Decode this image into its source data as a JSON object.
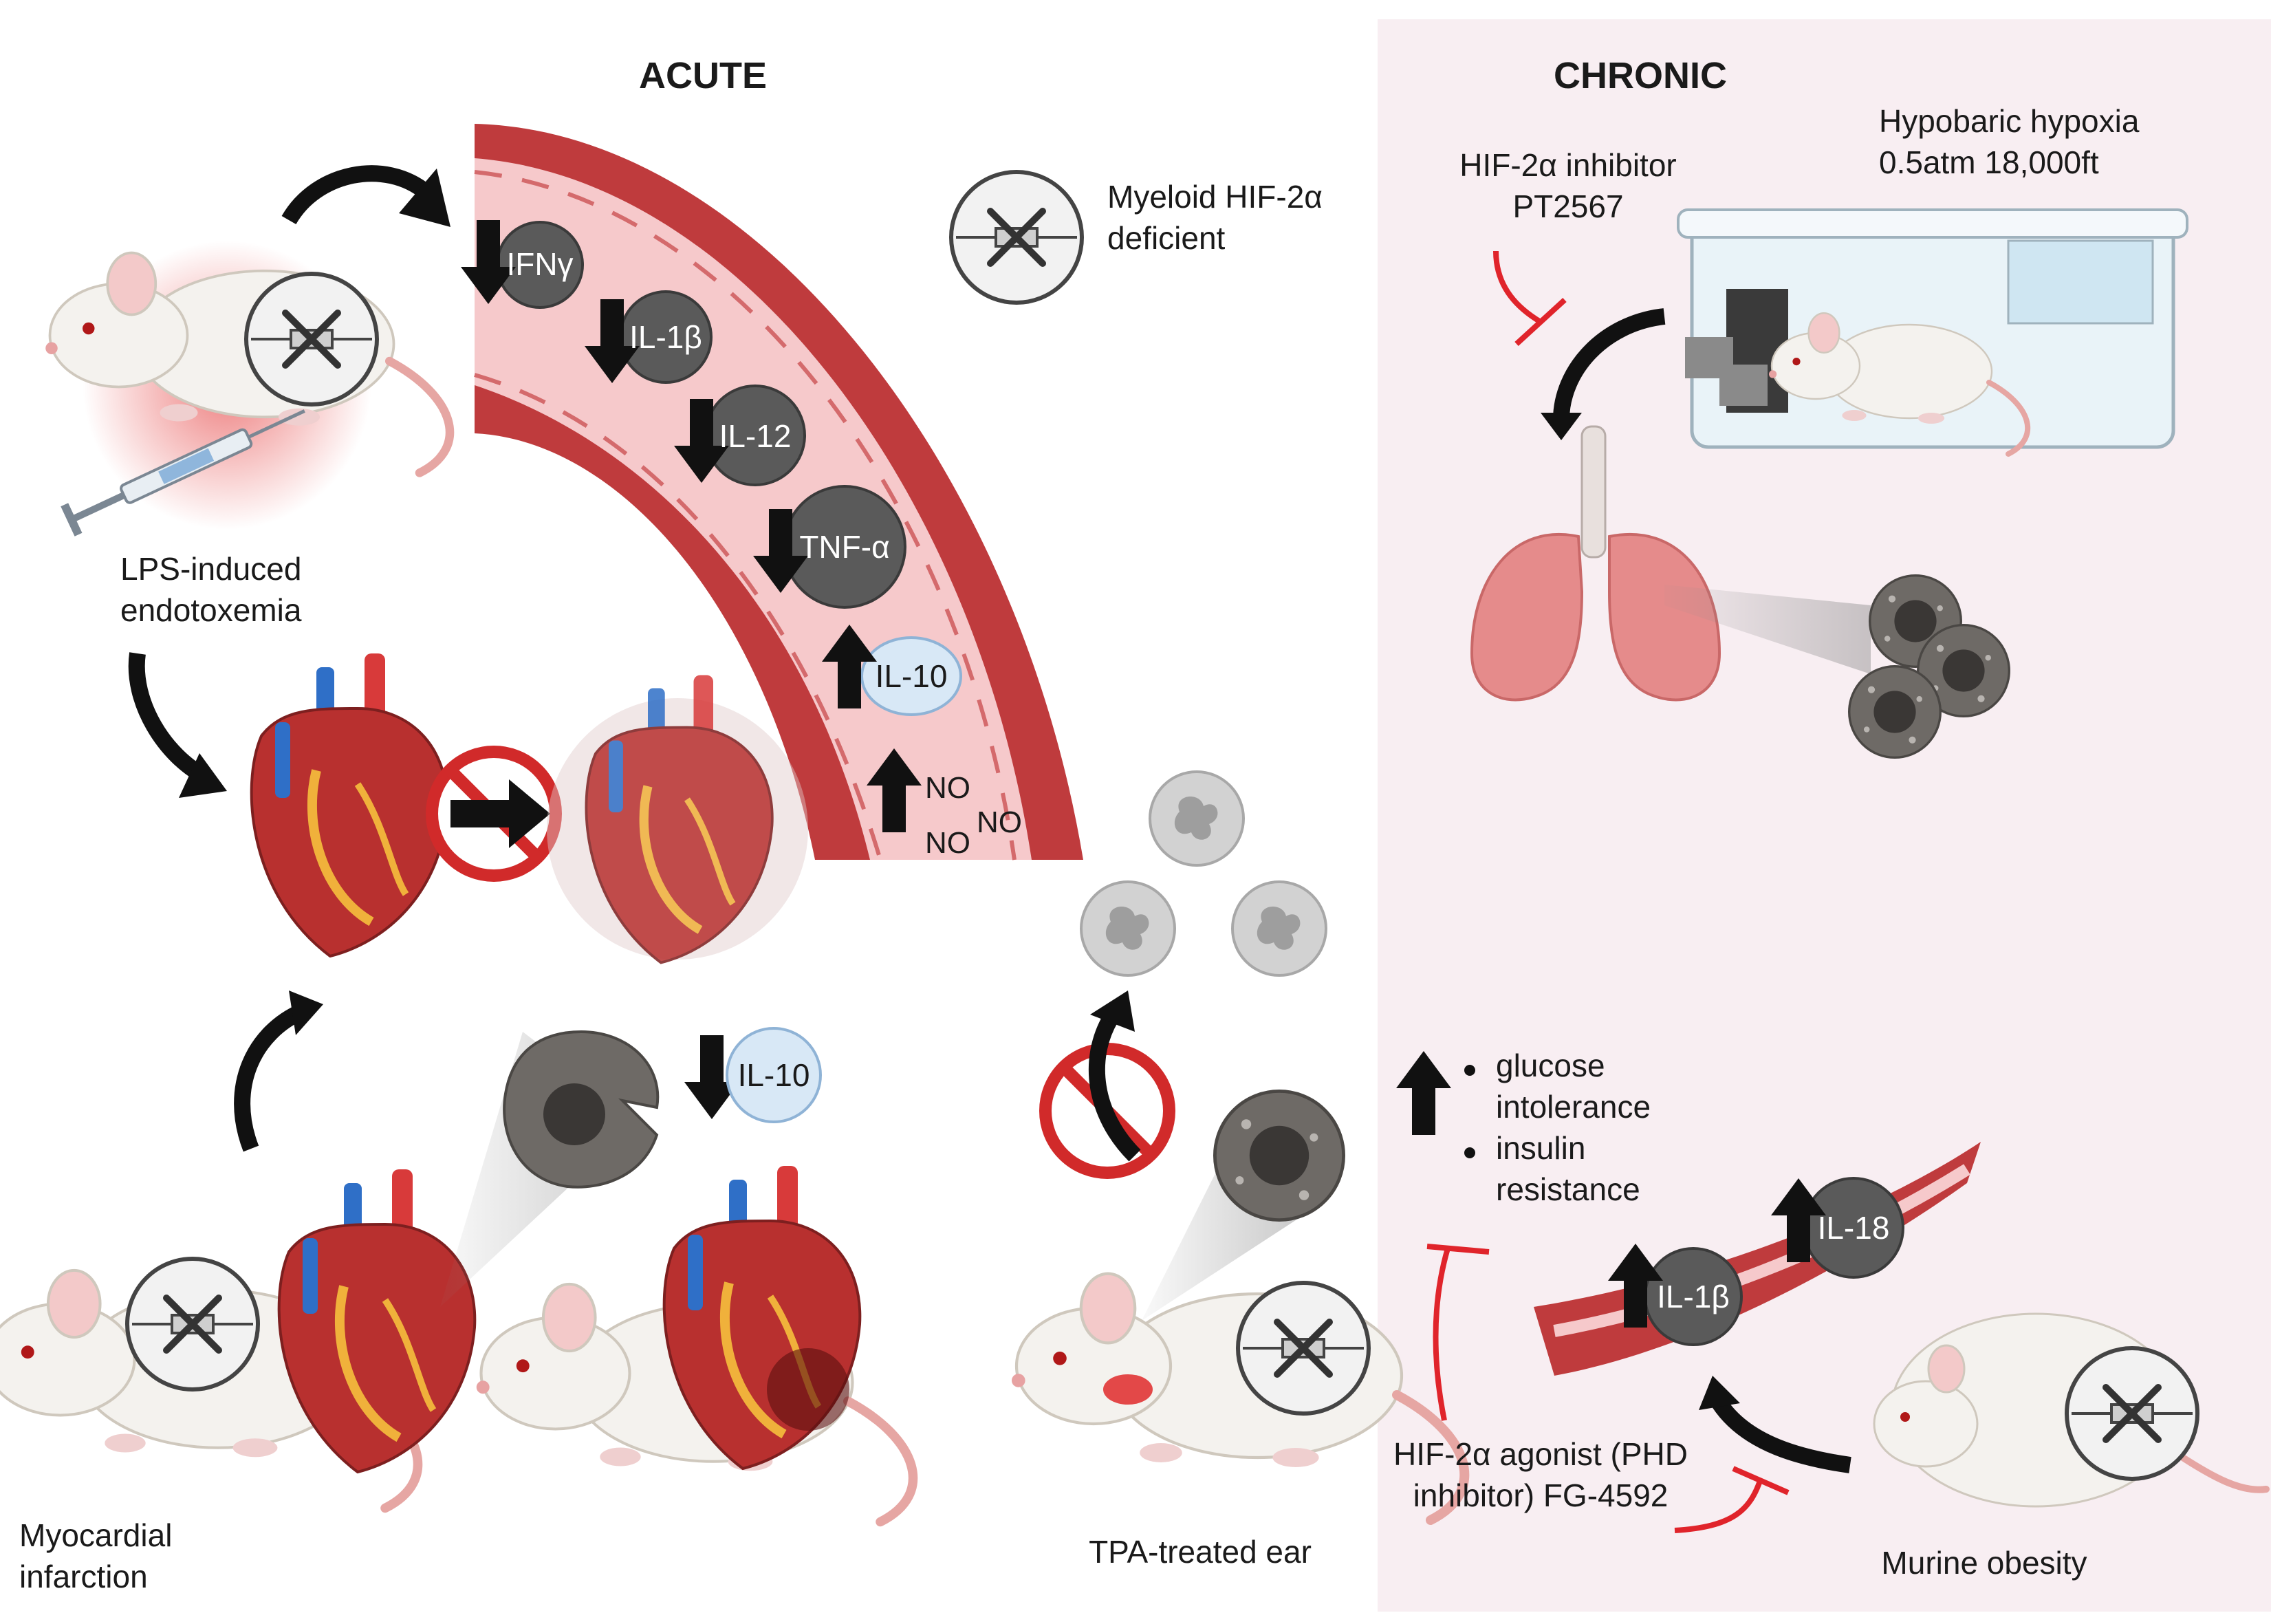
{
  "headings": {
    "acute": "ACUTE",
    "chronic": "CHRONIC"
  },
  "legend": {
    "line1": "Myeloid HIF-2α",
    "line2": "deficient",
    "icon": "gene-knockout-icon"
  },
  "acute": {
    "lps_line1": "LPS-induced",
    "lps_line2": "endotoxemia",
    "cytokines_down": [
      "IFNγ",
      "IL-1β",
      "IL-12",
      "TNF-α"
    ],
    "cytokine_up": "IL-10",
    "no_labels": [
      "NO",
      "NO",
      "NO"
    ],
    "mi_line1": "Myocardial",
    "mi_line2": "infarction",
    "mi_il10": "IL-10",
    "tpa": "TPA-treated ear"
  },
  "chronic": {
    "inhibitor_line1": "HIF-2α inhibitor",
    "inhibitor_line2": "PT2567",
    "hypoxia_line1": "Hypobaric hypoxia",
    "hypoxia_line2": "0.5atm 18,000ft",
    "bullets": [
      [
        "glucose",
        "intolerance"
      ],
      [
        "insulin",
        "resistance"
      ]
    ],
    "obesity_cytokines": [
      "IL-1β",
      "IL-18"
    ],
    "agonist_line1": "HIF-2α agonist (PHD",
    "agonist_line2": "inhibitor) FG-4592",
    "obesity": "Murine obesity"
  },
  "colors": {
    "chronic_bg": "#f8eef2",
    "vessel_wall": "#bf3b3d",
    "vessel_lumen": "#f6c9cb",
    "cytokine_dark": "#5a5a5a",
    "cytokine_light": "#d8e8f6",
    "inhibit_red": "#e0242b"
  }
}
